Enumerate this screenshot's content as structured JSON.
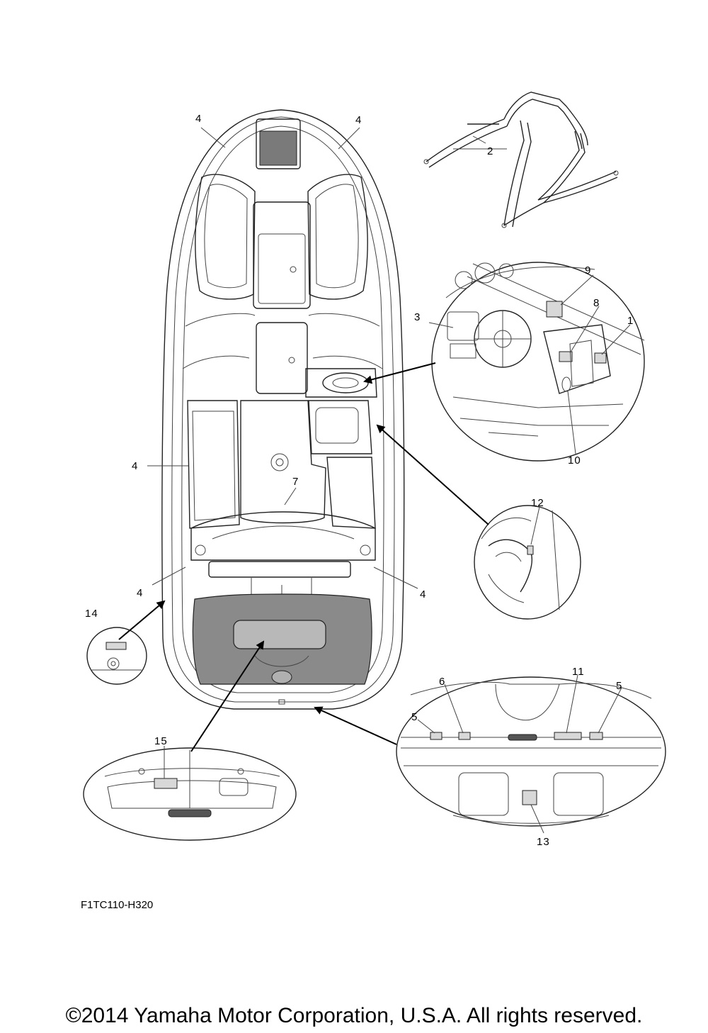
{
  "callouts": {
    "c1": "1",
    "c2": "2",
    "c3": "3",
    "c4a": "4",
    "c4b": "4",
    "c4c": "4",
    "c4d": "4",
    "c4e": "4",
    "c5a": "5",
    "c5b": "5",
    "c6": "6",
    "c7": "7",
    "c8": "8",
    "c9": "9",
    "c10": "10",
    "c11": "11",
    "c12": "12",
    "c13": "13",
    "c14": "14",
    "c15": "15"
  },
  "diagram_code": "F1TC110-H320",
  "copyright": "©2014 Yamaha Motor Corporation, U.S.A. All rights reserved.",
  "colors": {
    "line": "#222222",
    "mat": "#8a8a8a",
    "background": "#ffffff"
  }
}
